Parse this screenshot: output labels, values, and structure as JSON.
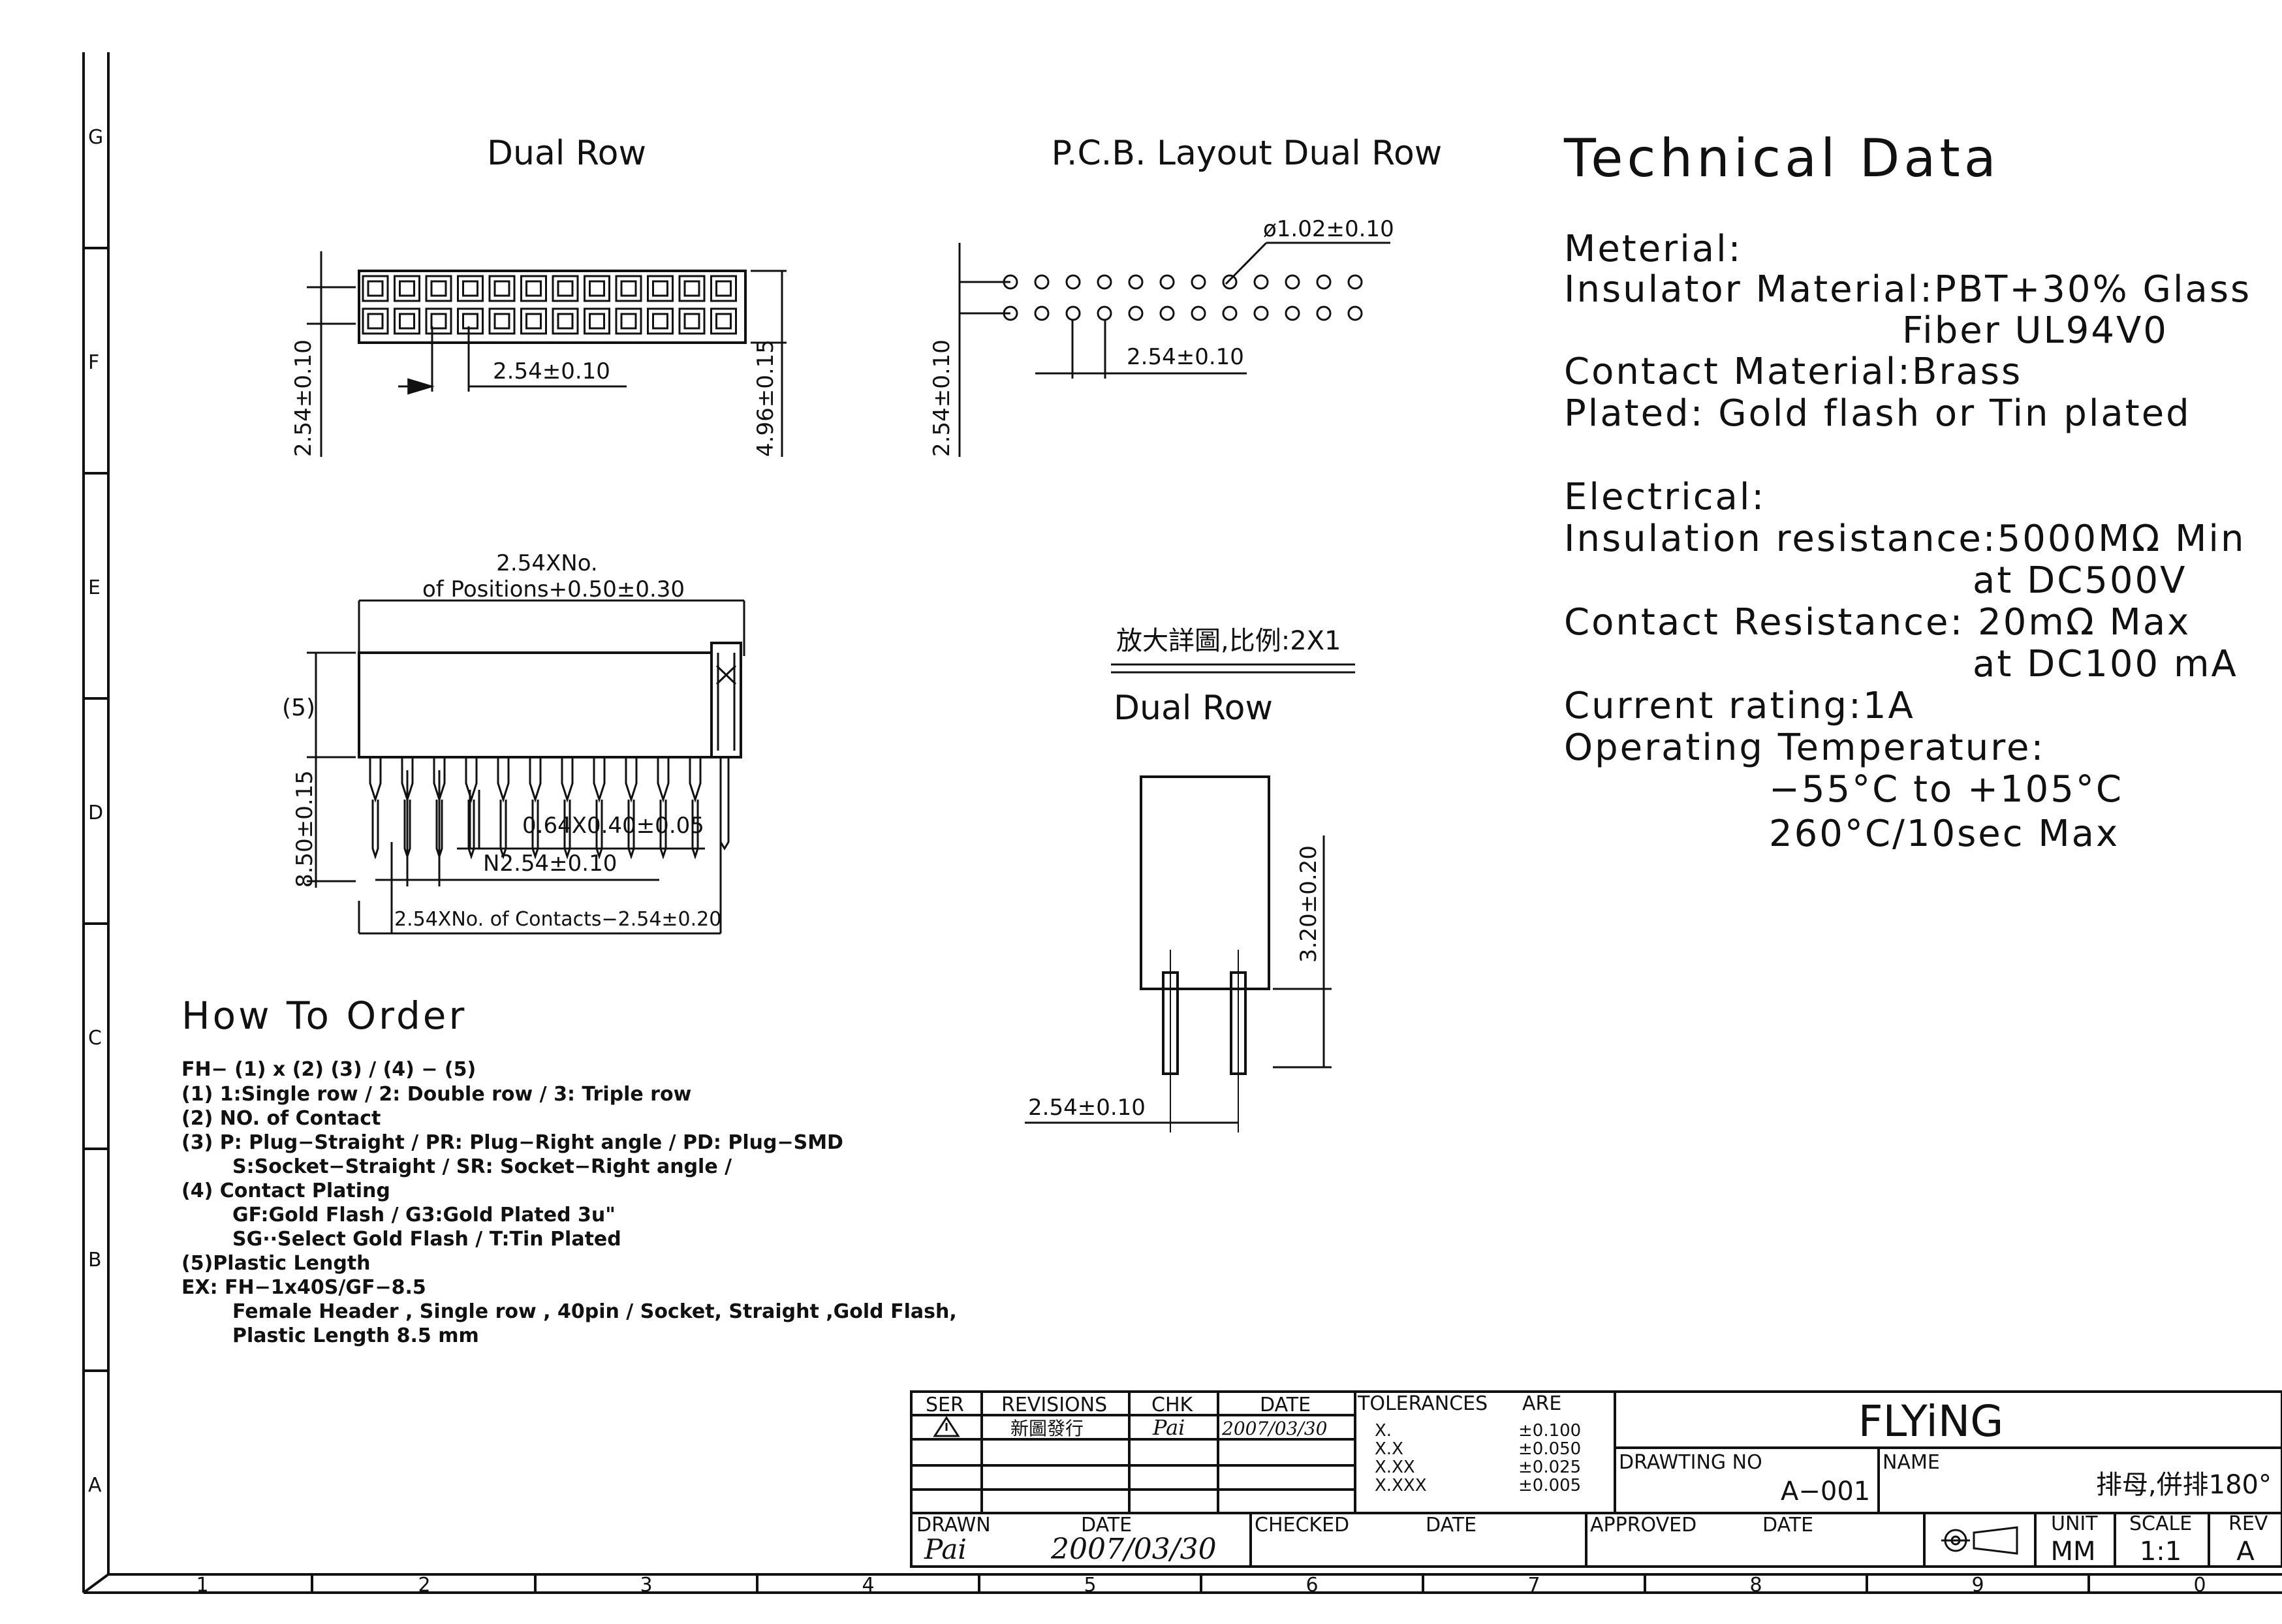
{
  "zone_letters": [
    "G",
    "F",
    "E",
    "D",
    "C",
    "B",
    "A"
  ],
  "zone_numbers": [
    "1",
    "2",
    "3",
    "4",
    "5",
    "6",
    "7",
    "8",
    "9",
    "0"
  ],
  "dual_row": {
    "title": "Dual Row",
    "dim_height": "2.54±0.10",
    "dim_pitch": "2.54±0.10",
    "dim_width": "4.96±0.15"
  },
  "pcb": {
    "title": "P.C.B. Layout Dual Row",
    "hole_dia": "ø1.02±0.10",
    "pitch": "2.54±0.10",
    "row_spacing": "2.54±0.10"
  },
  "side_view": {
    "length_top": "2.54XNo.",
    "length_bottom": "of Positions+0.50±0.30",
    "plastic_len": "(5)",
    "total_height": "8.50±0.15",
    "pin_size": "0.64X0.40±0.05",
    "pin_pitch": "N2.54±0.10",
    "contacts_len": "2.54XNo. of Contacts−2.54±0.20"
  },
  "detail": {
    "scale_note": "放大詳圖,比例:2X1",
    "title": "Dual Row",
    "height": "3.20±0.20",
    "pitch": "2.54±0.10"
  },
  "technical": {
    "heading": "Technical Data",
    "lines": [
      "Meterial:",
      "Insulator Material:PBT+30% Glass",
      "Fiber UL94V0",
      "Contact Material:Brass",
      "Plated:  Gold flash or Tin plated",
      "Electrical:",
      "Insulation resistance:5000MΩ Min",
      "at DC500V",
      "Contact Resistance:  20mΩ Max",
      "at DC100 mA",
      "Current rating:1A",
      "Operating Temperature:",
      "−55°C to +105°C",
      "260°C/10sec Max"
    ]
  },
  "how_to_order": {
    "heading": "How To Order",
    "lines": [
      "FH− (1) x (2) (3) / (4) − (5)",
      "(1) 1:Single row / 2: Double row / 3: Triple row",
      "(2) NO. of Contact",
      "(3) P: Plug−Straight / PR: Plug−Right angle / PD: Plug−SMD",
      "S:Socket−Straight / SR: Socket−Right angle /",
      "(4) Contact Plating",
      "GF:Gold Flash / G3:Gold Plated 3u\"",
      "SG··Select Gold Flash / T:Tin Plated",
      "(5)Plastic Length",
      "EX: FH−1x40S/GF−8.5",
      "Female Header , Single row , 40pin / Socket, Straight ,Gold Flash,",
      "Plastic Length 8.5 mm"
    ]
  },
  "title_block": {
    "ser": "SER",
    "revisions": "REVISIONS",
    "chk": "CHK",
    "date": "DATE",
    "tolerances": "TOLERANCES",
    "are": "ARE",
    "rev_text": "新圖發行",
    "chk_name": "Pai",
    "rev_date": "2007/03/30",
    "tol_labels": [
      "X.",
      "X.X",
      "X.XX",
      "X.XXX"
    ],
    "tol_values": [
      "±0.100",
      "±0.050",
      "±0.025",
      "±0.005"
    ],
    "company": "FLYiNG",
    "drawing_no_label": "DRAWTING  NO",
    "drawing_no": "A−001",
    "name_label": "NAME",
    "name_value": "排母,併排180°",
    "drawn": "DRAWN",
    "drawn_name": "Pai",
    "drawn_date_label": "DATE",
    "drawn_date": "2007/03/30",
    "checked": "CHECKED",
    "checked_date": "DATE",
    "approved": "APPROVED",
    "approved_date": "DATE",
    "unit_label": "UNIT",
    "unit": "MM",
    "scale_label": "SCALE",
    "scale": "1:1",
    "rev_label": "REV",
    "rev": "A"
  }
}
